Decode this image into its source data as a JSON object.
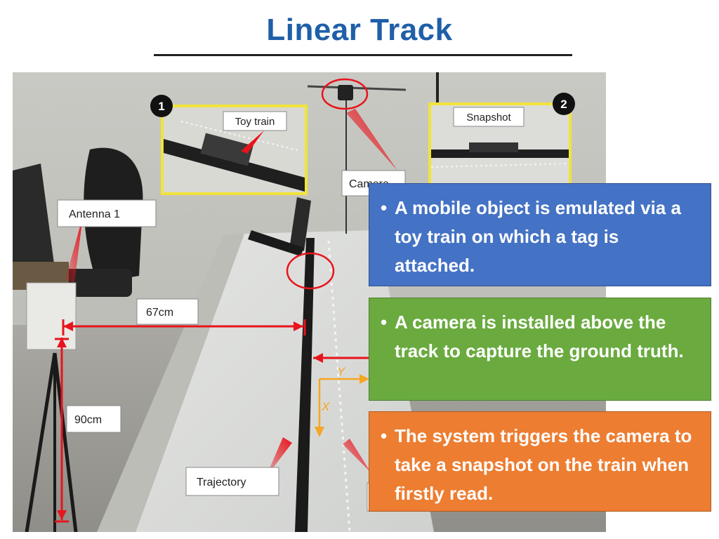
{
  "title": "Linear Track",
  "photo_labels": {
    "toy_train": "Toy train",
    "snapshot": "Snapshot",
    "camera": "Camera",
    "antenna": "Antenna 1",
    "dist_67": "67cm",
    "dist_90": "90cm",
    "trajectory": "Trajectory",
    "axis_y": "Y",
    "axis_x": "X",
    "inset_1": "1",
    "inset_2": "2"
  },
  "bullets": [
    {
      "marker": "•",
      "text": "A mobile object is emulated via a toy train on which a tag is attached."
    },
    {
      "marker": "•",
      "text": "A camera is installed above the track to capture the ground truth."
    },
    {
      "marker": "•",
      "text": "The system triggers the camera to take a snapshot on the train when firstly read."
    }
  ],
  "colors": {
    "title": "#1f5fa8",
    "box_blue": "#4472c4",
    "box_green": "#6aaa3f",
    "box_orange": "#ed7d31",
    "inset_border": "#f2e33a",
    "measure": "#e8141c",
    "axis": "#f5a623"
  }
}
